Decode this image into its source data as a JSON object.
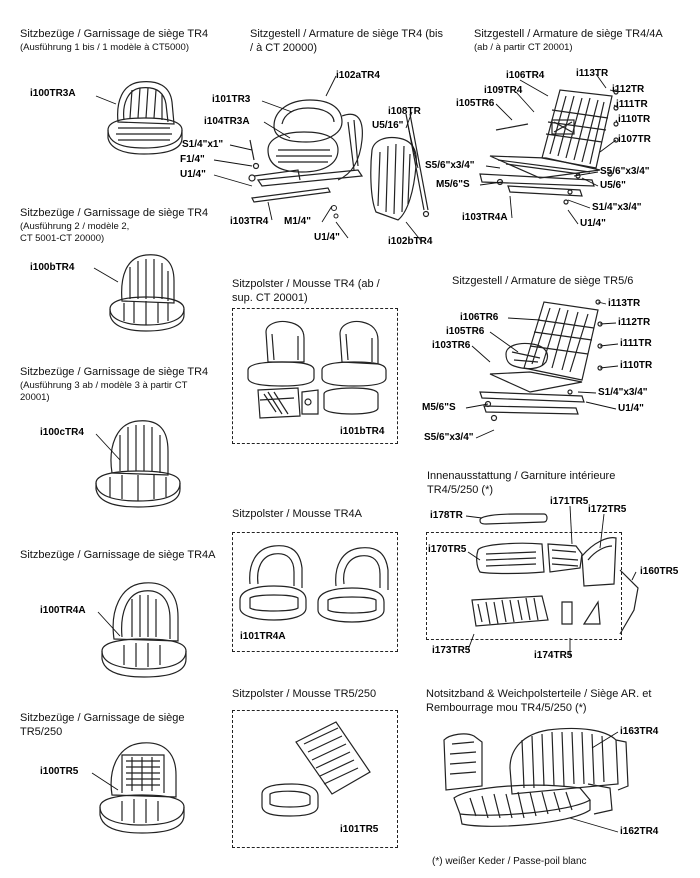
{
  "left": {
    "s1": {
      "title": "Sitzbezüge / Garnissage de siège TR4",
      "sub": "(Ausführung 1 bis / 1 modèle à CT5000)",
      "part": "i100TR3A"
    },
    "s2": {
      "title": "Sitzbezüge / Garnissage de siège TR4",
      "sub1": "(Ausführung 2 / modèle 2,",
      "sub2": "CT 5001-CT 20000)",
      "part": "i100bTR4"
    },
    "s3": {
      "title": "Sitzbezüge / Garnissage de siège TR4",
      "sub1": "(Ausführung 3 ab / modèle 3 à partir  CT",
      "sub2": "20001)",
      "part": "i100cTR4"
    },
    "s4": {
      "title": "Sitzbezüge / Garnissage de siège TR4A",
      "part": "i100TR4A"
    },
    "s5": {
      "title1": "Sitzbezüge / Garnissage de siège",
      "title2": "TR5/250",
      "part": "i100TR5"
    }
  },
  "frame_tr4": {
    "title1": "Sitzgestell / Armature de siège TR4 (bis",
    "title2": "/ à CT 20000)",
    "labels": {
      "a": "i102aTR4",
      "b": "i101TR3",
      "c": "i104TR3A",
      "d": "S1/4\"x1\"",
      "e": "F1/4\"",
      "f": "U1/4\"",
      "g": "i103TR4",
      "h": "M1/4\"",
      "i": "U1/4\"",
      "j": "i108TR",
      "k": "U5/16\"",
      "l": "i102bTR4"
    }
  },
  "frame_tr44a": {
    "title": "Sitzgestell / Armature de siège TR4/4A",
    "sub": "(ab / à partir CT 20001)",
    "labels": {
      "a": "i106TR4",
      "b": "i113TR",
      "c": "i109TR4",
      "d": "i105TR6",
      "e": "i112TR",
      "f": "i111TR",
      "g": "i110TR",
      "h": "i107TR",
      "i": "S5/6\"x3/4\"",
      "j": "M5/6\"S",
      "k": "S5/6\"x3/4\"",
      "l": "U5/6\"",
      "m": "i103TR4A",
      "n": "S1/4\"x3/4\"",
      "o": "U1/4\""
    }
  },
  "foam_tr4": {
    "title1": "Sitzpolster / Mousse TR4 (ab /",
    "title2": "sup. CT 20001)",
    "part": "i101bTR4"
  },
  "frame_tr56": {
    "title": "Sitzgestell / Armature  de siège  TR5/6",
    "labels": {
      "a": "i113TR",
      "b": "i106TR6",
      "c": "i112TR",
      "d": "i105TR6",
      "e": "i103TR6",
      "f": "i111TR",
      "g": "i110TR",
      "h": "S1/4\"x3/4\"",
      "i": "M5/6\"S",
      "j": "U1/4\"",
      "k": "S5/6\"x3/4\""
    }
  },
  "foam_tr4a": {
    "title": "Sitzpolster / Mousse TR4A",
    "part": "i101TR4A"
  },
  "interior": {
    "title1": "Innenausstattung / Garniture intérieure",
    "title2": "TR4/5/250 (*)",
    "labels": {
      "a": "i178TR",
      "b": "i171TR5",
      "c": "i172TR5",
      "d": "i170TR5",
      "e": "i160TR5",
      "f": "i173TR5",
      "g": "i174TR5"
    }
  },
  "foam_tr5": {
    "title": "Sitzpolster / Mousse TR5/250",
    "part": "i101TR5"
  },
  "rear": {
    "title1": "Notsitzband & Weichpolsterteile / Siège AR. et",
    "title2": "Rembourrage mou TR4/5/250 (*)",
    "labels": {
      "a": "i163TR4",
      "b": "i162TR4"
    }
  },
  "footnote": "(*) weißer Keder / Passe-poil blanc"
}
